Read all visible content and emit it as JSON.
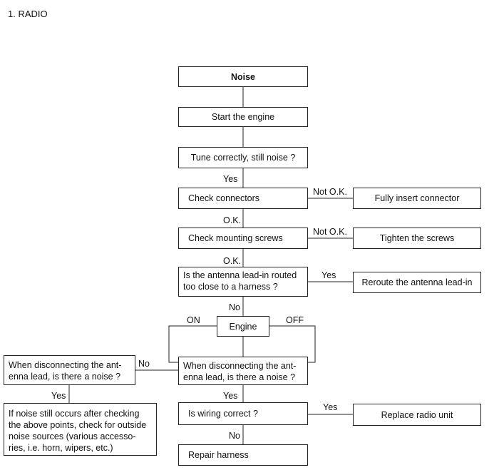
{
  "heading": "1. RADIO",
  "nodes": {
    "noise": "Noise",
    "start_engine": "Start the engine",
    "tune": "Tune correctly, still noise ?",
    "check_connectors": "Check connectors",
    "insert_connector": "Fully insert connector",
    "check_screws": "Check mounting screws",
    "tighten_screws": "Tighten the screws",
    "antenna_lead": [
      "Is the antenna lead-in routed",
      "too close to a harness ?"
    ],
    "reroute": "Reroute the antenna lead-in",
    "engine": "Engine",
    "disconnect_mid": [
      "When disconnecting  the ant-",
      "enna lead, is there a noise ?"
    ],
    "disconnect_left": [
      "When disconnecting the ant-",
      "enna lead, is there a noise ?"
    ],
    "outside_noise": [
      "If noise still occurs after checking",
      "the above points, check for outside",
      "noise sources (various accesso-",
      "ries, i.e. horn, wipers, etc.)"
    ],
    "wiring": "Is wiring correct ?",
    "replace_radio": "Replace radio unit",
    "repair_harness": "Repair harness"
  },
  "edges": {
    "yes_tune": "Yes",
    "not_ok_connectors": "Not O.K.",
    "ok_connectors": "O.K.",
    "not_ok_screws": "Not O.K.",
    "ok_screws": "O.K.",
    "yes_antenna": "Yes",
    "no_antenna": "No",
    "on": "ON",
    "off": "OFF",
    "no_disconnect": "No",
    "yes_left": "Yes",
    "yes_disconnect": "Yes",
    "yes_wiring": "Yes",
    "no_wiring": "No"
  }
}
